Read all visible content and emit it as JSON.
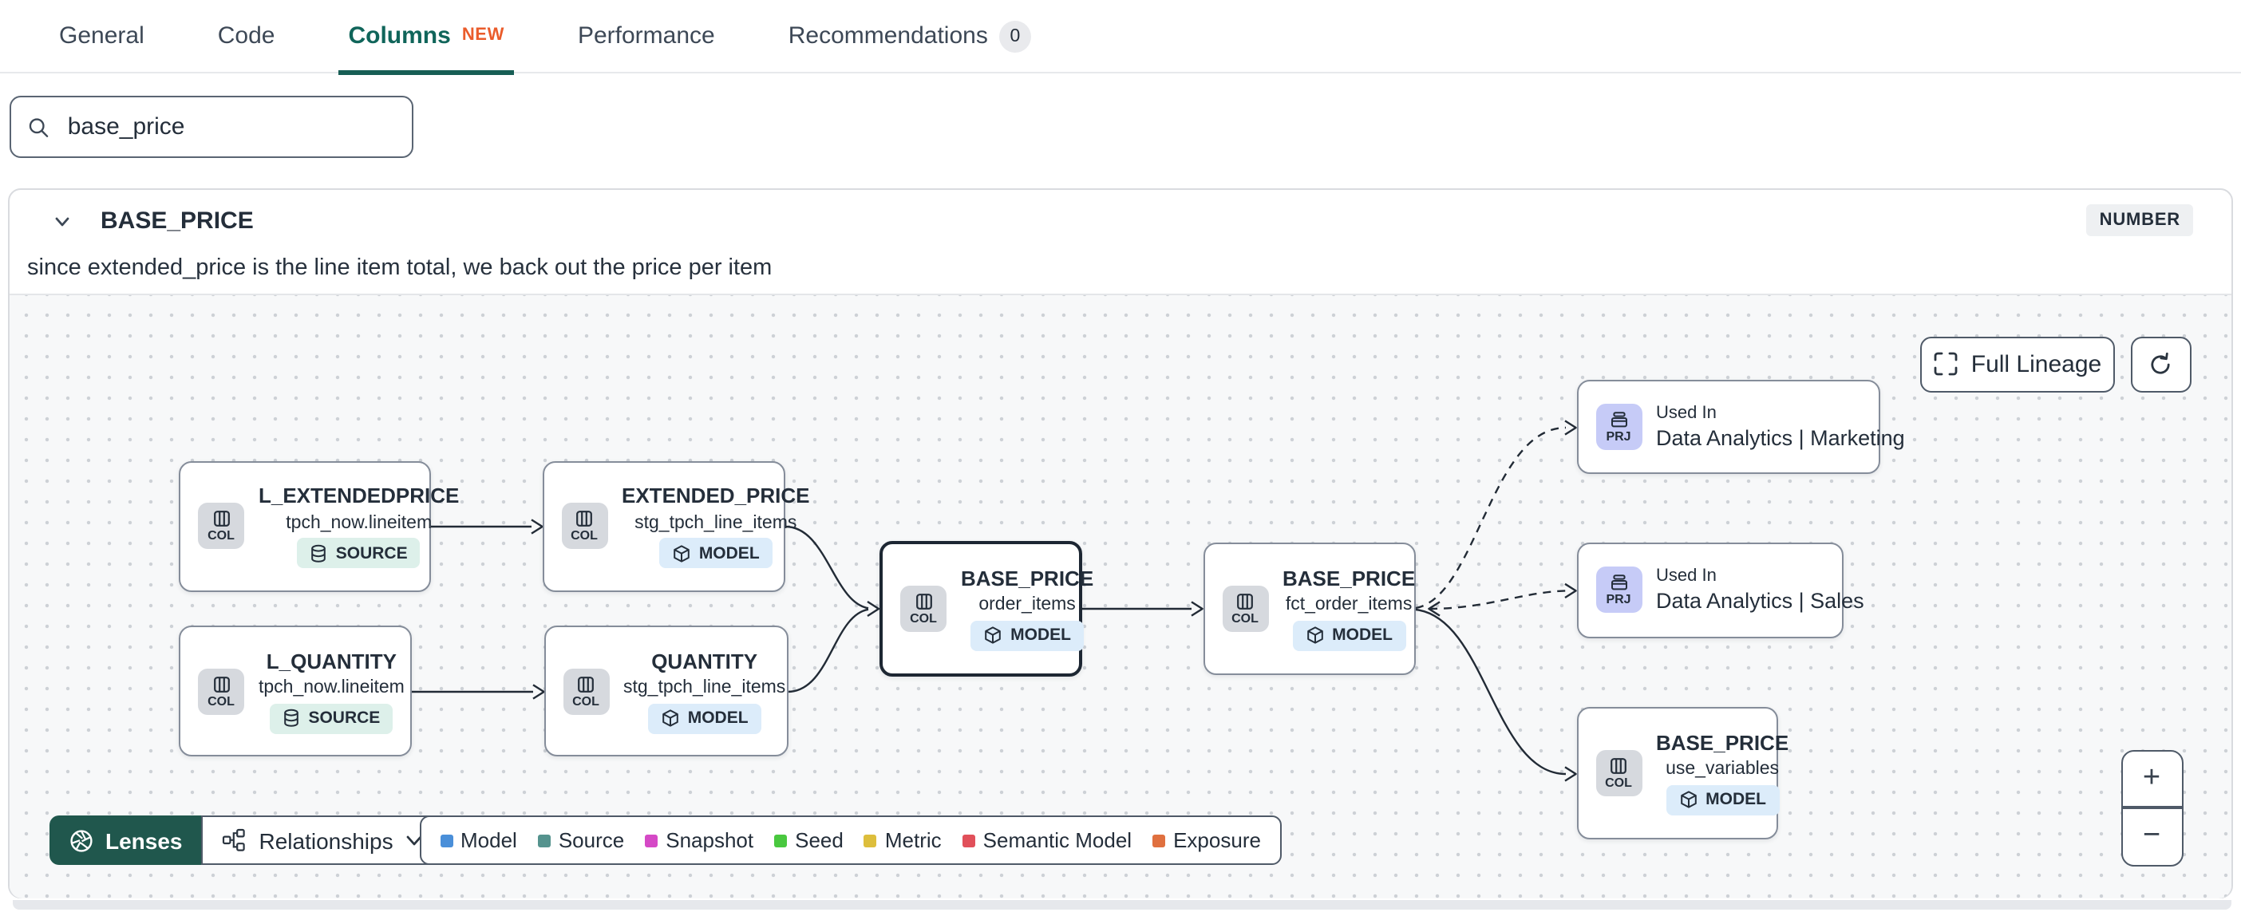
{
  "tabs": {
    "items": [
      {
        "label": "General"
      },
      {
        "label": "Code"
      },
      {
        "label": "Columns",
        "badge": "NEW",
        "active": true
      },
      {
        "label": "Performance"
      },
      {
        "label": "Recommendations",
        "badge": "0"
      }
    ]
  },
  "search": {
    "value": "base_price"
  },
  "column_panel": {
    "name": "BASE_PRICE",
    "data_type": "NUMBER",
    "description": "since extended_price is the line item total, we back out the price per item"
  },
  "lineage": {
    "controls": {
      "full_lineage": "Full Lineage",
      "lenses": "Lenses",
      "relationships": "Relationships",
      "zoom_in": "+",
      "zoom_out": "−"
    },
    "nodes": [
      {
        "badge": "COL",
        "title": "L_EXTENDEDPRICE",
        "subtitle": "tpch_now.lineitem",
        "resource": "SOURCE"
      },
      {
        "badge": "COL",
        "title": "EXTENDED_PRICE",
        "subtitle": "stg_tpch_line_items",
        "resource": "MODEL"
      },
      {
        "badge": "COL",
        "title": "L_QUANTITY",
        "subtitle": "tpch_now.lineitem",
        "resource": "SOURCE"
      },
      {
        "badge": "COL",
        "title": "QUANTITY",
        "subtitle": "stg_tpch_line_items",
        "resource": "MODEL"
      },
      {
        "badge": "COL",
        "title": "BASE_PRICE",
        "subtitle": "order_items",
        "resource": "MODEL",
        "selected": true
      },
      {
        "badge": "COL",
        "title": "BASE_PRICE",
        "subtitle": "fct_order_items",
        "resource": "MODEL"
      },
      {
        "badge": "PRJ",
        "kicker": "Used In",
        "title": "Data Analytics | Marketing"
      },
      {
        "badge": "PRJ",
        "kicker": "Used In",
        "title": "Data Analytics | Sales"
      },
      {
        "badge": "COL",
        "title": "BASE_PRICE",
        "subtitle": "use_variables",
        "resource": "MODEL"
      }
    ],
    "legend": {
      "items": [
        {
          "label": "Model",
          "color": "#4a8fd9"
        },
        {
          "label": "Source",
          "color": "#55938e"
        },
        {
          "label": "Snapshot",
          "color": "#d549c6"
        },
        {
          "label": "Seed",
          "color": "#49c83f"
        },
        {
          "label": "Metric",
          "color": "#ddbe3c"
        },
        {
          "label": "Semantic Model",
          "color": "#e1505a"
        },
        {
          "label": "Exposure",
          "color": "#e0703f"
        }
      ]
    },
    "colors": {
      "accent_teal": "#175e55",
      "new_badge_orange": "#ea5c2b",
      "model_pill_bg": "#dcecfa",
      "source_pill_bg": "#ddf0ea",
      "project_badge_bg": "#c6cbf7",
      "column_badge_bg": "#d6d9de"
    }
  }
}
